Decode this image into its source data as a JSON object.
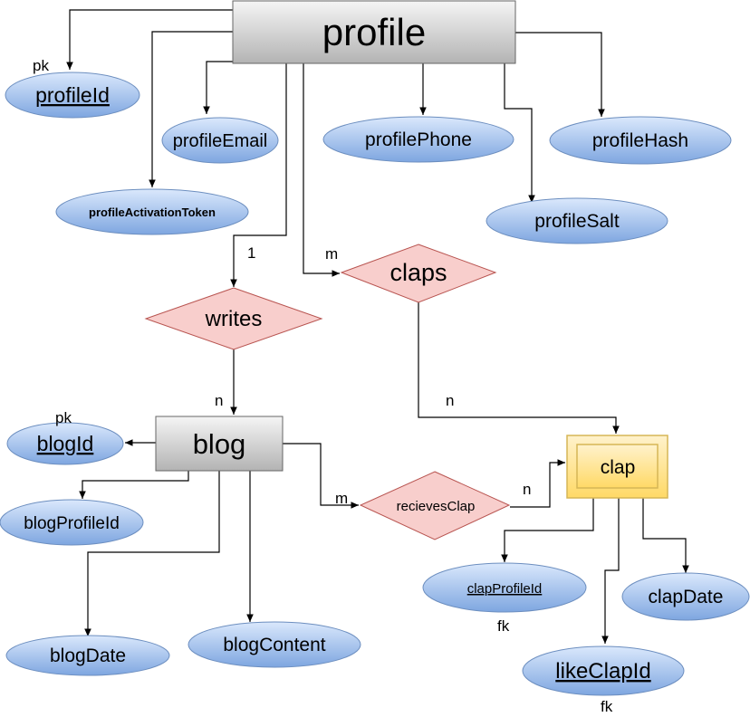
{
  "colors": {
    "entity_fill_top": "#f5f5f5",
    "entity_fill_bottom": "#b3b3b3",
    "entity_stroke": "#666666",
    "attr_fill_top": "#dae8fc",
    "attr_fill_bottom": "#7ea6e0",
    "attr_stroke": "#6c8ebf",
    "rel_fill": "#f8cecc",
    "rel_stroke": "#b85450",
    "weak_fill": "#fff2cc",
    "weak_fill_dark": "#ffd966",
    "weak_stroke": "#d6b656"
  },
  "entities": {
    "profile": "profile",
    "blog": "blog",
    "clap": "clap"
  },
  "attributes": {
    "profileId": "profileId",
    "profileEmail": "profileEmail",
    "profilePhone": "profilePhone",
    "profileHash": "profileHash",
    "profileActivationToken": "profileActivationToken",
    "profileSalt": "profileSalt",
    "blogId": "blogId",
    "blogProfileId": "blogProfileId",
    "blogDate": "blogDate",
    "blogContent": "blogContent",
    "clapProfileId": "clapProfileId",
    "clapDate": "clapDate",
    "likeClapId": "likeClapId"
  },
  "relationships": {
    "writes": "writes",
    "claps": "claps",
    "recievesClap": "recievesClap"
  },
  "annotations": {
    "profile_pk": "pk",
    "blog_pk": "pk",
    "writes_one": "1",
    "writes_many": "n",
    "claps_m": "m",
    "claps_n": "n",
    "recieves_m": "m",
    "recieves_n": "n",
    "clapProfileId_fk": "fk",
    "likeClapId_fk": "fk"
  }
}
